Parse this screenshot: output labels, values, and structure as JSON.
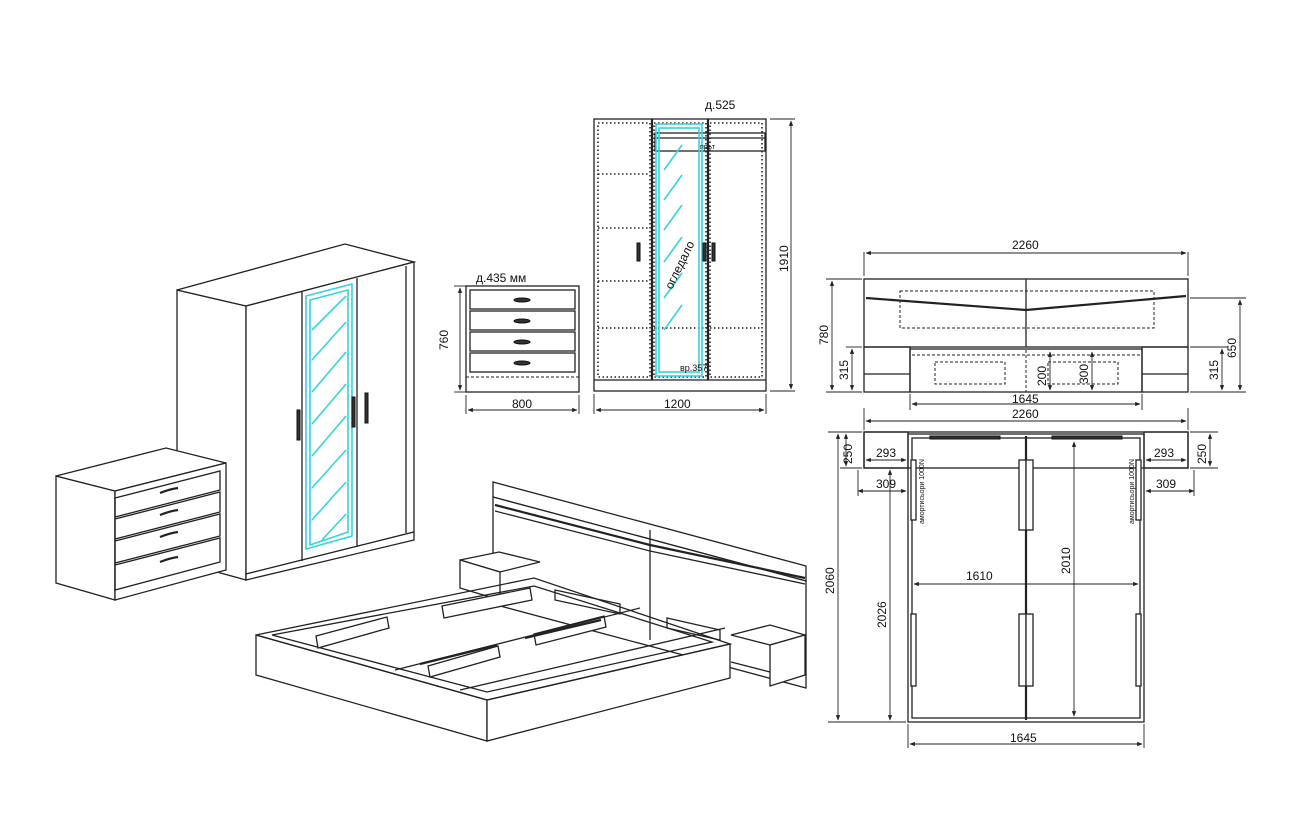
{
  "colors": {
    "line": "#222222",
    "mirror": "#35d4e0",
    "background": "#ffffff"
  },
  "chest": {
    "depth_label": "д.435 мм",
    "height_label": "760",
    "width_label": "800"
  },
  "wardrobe": {
    "depth_label": "д.525",
    "height_label": "1910",
    "width_label": "1200",
    "rail_label": "прът",
    "mirror_label": "огледало",
    "inner_label": "вр.357"
  },
  "bed_front": {
    "width_label": "2260",
    "headboard_height_label": "780",
    "nightstand_height_left_label": "315",
    "nightstand_height_right_label": "315",
    "side_height_label": "650",
    "frame_height_label": "200",
    "inner_height_label": "300",
    "inner_width_label": "1645"
  },
  "bed_top": {
    "width_label": "2260",
    "shelf_depth_left_label": "250",
    "shelf_depth_right_label": "250",
    "shelf_width_left_label": "293",
    "shelf_width_right_label": "293",
    "shelf_offset_left_label": "309",
    "shelf_offset_right_label": "309",
    "shock_left_label": "амортисьори 1000N",
    "shock_right_label": "амортисьори 1000N",
    "total_length_label": "2060",
    "inner_length_label": "2026",
    "mattress_length_label": "2010",
    "mattress_width_label": "1610",
    "frame_width_label": "1645"
  }
}
